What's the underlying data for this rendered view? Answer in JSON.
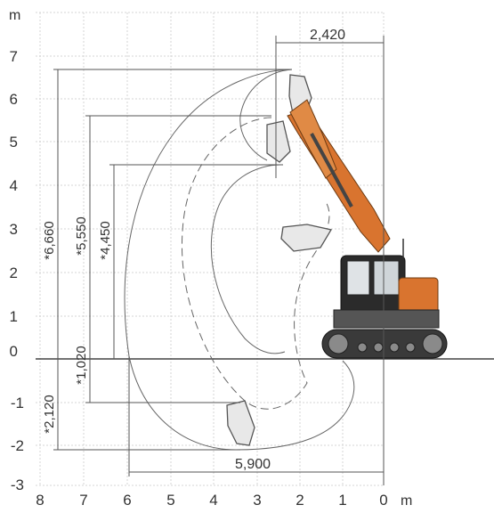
{
  "axes": {
    "y_unit": "m",
    "x_unit": "m",
    "y_ticks": [
      "7",
      "6",
      "5",
      "4",
      "3",
      "2",
      "1",
      "0",
      "-1",
      "-2",
      "-3"
    ],
    "x_ticks": [
      "8",
      "7",
      "6",
      "5",
      "4",
      "3",
      "2",
      "1",
      "0"
    ]
  },
  "dimensions": {
    "max_reach_width": "2,420",
    "max_height": "*6,660",
    "max_dump_height": "*5,550",
    "mid_height": "*4,450",
    "depth_small": "*1,020",
    "max_depth": "*2,120",
    "max_digging_reach": "5,900"
  },
  "colors": {
    "grid": "#d4d4d4",
    "line": "#555555",
    "machine_orange": "#d9742f",
    "machine_dark": "#2b2b2b"
  }
}
